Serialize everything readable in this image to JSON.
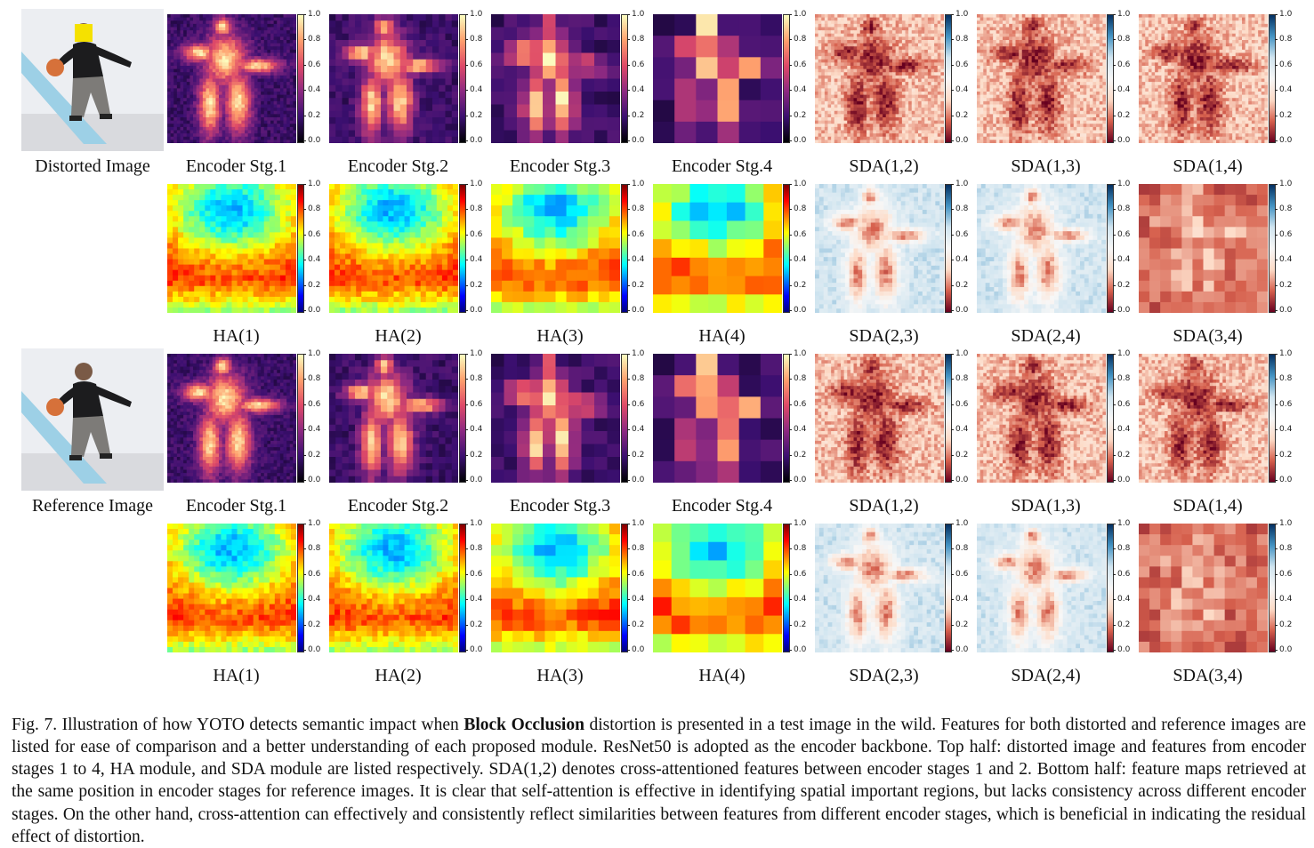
{
  "figure": {
    "photos": [
      {
        "label": "Distorted Image",
        "occlusion_color": "#f5e100"
      },
      {
        "label": "Reference Image"
      }
    ],
    "colorbar_ticks": [
      "1.0",
      "0.8",
      "0.6",
      "0.4",
      "0.2",
      "0.0"
    ],
    "colormaps": {
      "magma": [
        "#000004",
        "#3b0f70",
        "#8c2981",
        "#de4968",
        "#fe9f6d",
        "#fcfdbf"
      ],
      "jet": [
        "#00007f",
        "#0000ff",
        "#007fff",
        "#00ffff",
        "#7fff7f",
        "#ffff00",
        "#ff7f00",
        "#ff0000",
        "#7f0000"
      ],
      "rdbu": [
        "#67001f",
        "#d6604d",
        "#fddbc7",
        "#f7f7f7",
        "#d1e5f0",
        "#4393c3",
        "#053061"
      ]
    },
    "rows": [
      {
        "panels": [
          {
            "label": "Encoder Stg.1",
            "cmap": "magma",
            "grid": 40
          },
          {
            "label": "Encoder Stg.2",
            "cmap": "magma",
            "grid": 20
          },
          {
            "label": "Encoder Stg.3",
            "cmap": "magma",
            "grid": 10
          },
          {
            "label": "Encoder Stg.4",
            "cmap": "magma",
            "grid": 6
          },
          {
            "label": "SDA(1,2)",
            "cmap": "rdbu",
            "grid": 40
          },
          {
            "label": "SDA(1,3)",
            "cmap": "rdbu",
            "grid": 40
          },
          {
            "label": "SDA(1,4)",
            "cmap": "rdbu",
            "grid": 40
          }
        ]
      },
      {
        "panels": [
          {
            "label": "HA(1)",
            "cmap": "jet",
            "grid": 24
          },
          {
            "label": "HA(2)",
            "cmap": "jet",
            "grid": 24
          },
          {
            "label": "HA(3)",
            "cmap": "jet",
            "grid": 12
          },
          {
            "label": "HA(4)",
            "cmap": "jet",
            "grid": 7
          },
          {
            "label": "SDA(2,3)",
            "cmap": "rdbu",
            "grid": 30
          },
          {
            "label": "SDA(2,4)",
            "cmap": "rdbu",
            "grid": 30
          },
          {
            "label": "SDA(3,4)",
            "cmap": "rdbu",
            "grid": 12
          }
        ]
      },
      {
        "panels": [
          {
            "label": "Encoder Stg.1",
            "cmap": "magma",
            "grid": 40
          },
          {
            "label": "Encoder Stg.2",
            "cmap": "magma",
            "grid": 20
          },
          {
            "label": "Encoder Stg.3",
            "cmap": "magma",
            "grid": 10
          },
          {
            "label": "Encoder Stg.4",
            "cmap": "magma",
            "grid": 6
          },
          {
            "label": "SDA(1,2)",
            "cmap": "rdbu",
            "grid": 40
          },
          {
            "label": "SDA(1,3)",
            "cmap": "rdbu",
            "grid": 40
          },
          {
            "label": "SDA(1,4)",
            "cmap": "rdbu",
            "grid": 40
          }
        ]
      },
      {
        "panels": [
          {
            "label": "HA(1)",
            "cmap": "jet",
            "grid": 24
          },
          {
            "label": "HA(2)",
            "cmap": "jet",
            "grid": 24
          },
          {
            "label": "HA(3)",
            "cmap": "jet",
            "grid": 12
          },
          {
            "label": "HA(4)",
            "cmap": "jet",
            "grid": 7
          },
          {
            "label": "SDA(2,3)",
            "cmap": "rdbu",
            "grid": 30
          },
          {
            "label": "SDA(2,4)",
            "cmap": "rdbu",
            "grid": 30
          },
          {
            "label": "SDA(3,4)",
            "cmap": "rdbu",
            "grid": 12
          }
        ]
      }
    ]
  },
  "caption": {
    "prefix": "Fig. 7.  Illustration of how YOTO detects semantic impact when ",
    "bold": "Block Occlusion",
    "suffix": " distortion is presented in a test image in the wild. Features for both distorted and reference images are listed for ease of comparison and a better understanding of each proposed module. ResNet50 is adopted as the encoder backbone. Top half: distorted image and features from encoder stages 1 to 4, HA module, and SDA module are listed respectively. SDA(1,2) denotes cross-attentioned features between encoder stages 1 and 2. Bottom half: feature maps retrieved at the same position in encoder stages for reference images. It is clear that self-attention is effective in identifying spatial important regions, but lacks consistency across different encoder stages. On the other hand, cross-attention can effectively and consistently reflect similarities between features from different encoder stages, which is beneficial in indicating the residual effect of distortion."
  }
}
